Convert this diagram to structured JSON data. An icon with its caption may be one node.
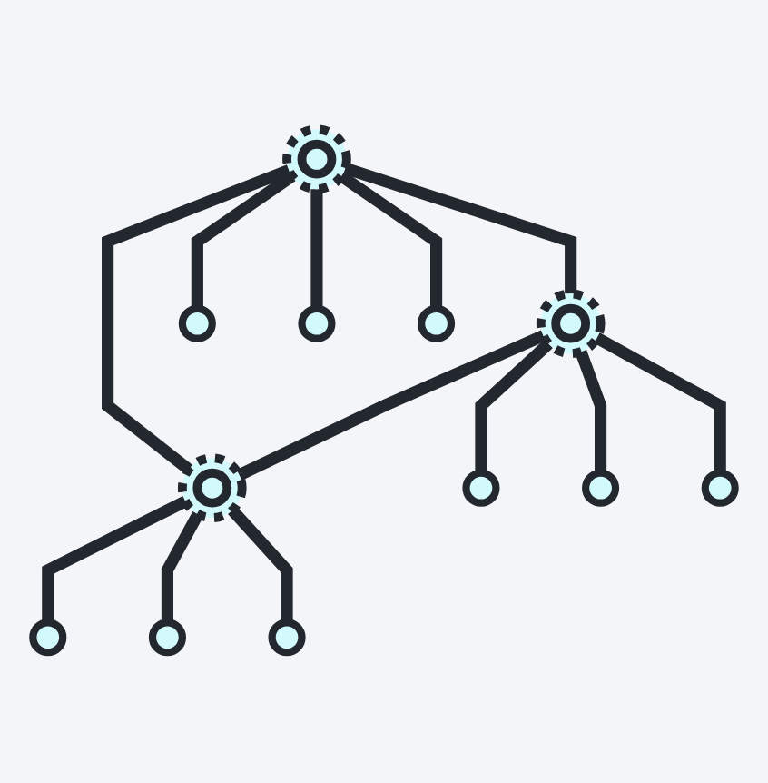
{
  "diagram": {
    "nodes": [
      {
        "text": [],
        "shape": "circle"
      },
      {
        "text": [],
        "shape": "circle"
      },
      {
        "text": [],
        "shape": "circle"
      },
      {
        "text": [],
        "shape": "circle"
      },
      {
        "text": [],
        "shape": "circle"
      },
      {
        "text": [],
        "shape": "circle"
      },
      {
        "text": [],
        "shape": "circle"
      },
      {
        "text": [],
        "shape": "circle"
      },
      {
        "text": [],
        "shape": "circle"
      },
      {
        "text": [],
        "shape": "circle"
      },
      {
        "text": [],
        "shape": "circle"
      },
      {
        "text": [],
        "shape": "circle"
      }
    ],
    "edges": [
      {
        "from": 0,
        "to": 1,
        "arrow": "none"
      },
      {
        "from": 0,
        "to": 2,
        "arrow": "none"
      },
      {
        "from": 1,
        "to": 2,
        "arrow": "none"
      },
      {
        "from": 0,
        "to": 3,
        "arrow": "none"
      },
      {
        "from": 0,
        "to": 5,
        "arrow": "none"
      },
      {
        "from": 0,
        "to": 7,
        "arrow": "none"
      },
      {
        "from": 1,
        "to": 4,
        "arrow": "none"
      },
      {
        "from": 1,
        "to": 6,
        "arrow": "none"
      },
      {
        "from": 1,
        "to": 8,
        "arrow": "none"
      },
      {
        "from": 2,
        "to": 9,
        "arrow": "none"
      },
      {
        "from": 2,
        "to": 10,
        "arrow": "none"
      },
      {
        "from": 2,
        "to": 11,
        "arrow": "none"
      }
    ]
  }
}
